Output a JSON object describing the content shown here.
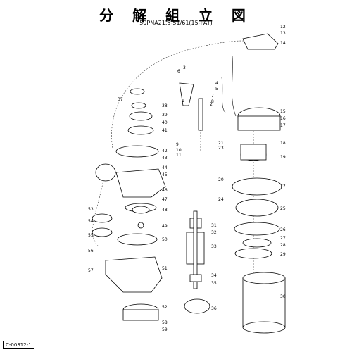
{
  "title": "分 解 組 立 図",
  "subtitle": "50PNA21.5-51/61(15-PAT)",
  "doc_number": "C-00312-1",
  "part_numbers": [
    "1",
    "2",
    "3",
    "4",
    "5",
    "6",
    "7",
    "8",
    "9",
    "10",
    "11",
    "12",
    "13",
    "14",
    "15",
    "16",
    "17",
    "18",
    "19",
    "20",
    "21",
    "22",
    "23",
    "24",
    "25",
    "26",
    "27",
    "28",
    "29",
    "30",
    "31",
    "32",
    "33",
    "34",
    "35",
    "36",
    "37",
    "38",
    "39",
    "40",
    "41",
    "42",
    "43",
    "44",
    "45",
    "46",
    "47",
    "48",
    "49",
    "50",
    "51",
    "52",
    "53",
    "54",
    "55",
    "56",
    "57",
    "58",
    "59"
  ]
}
